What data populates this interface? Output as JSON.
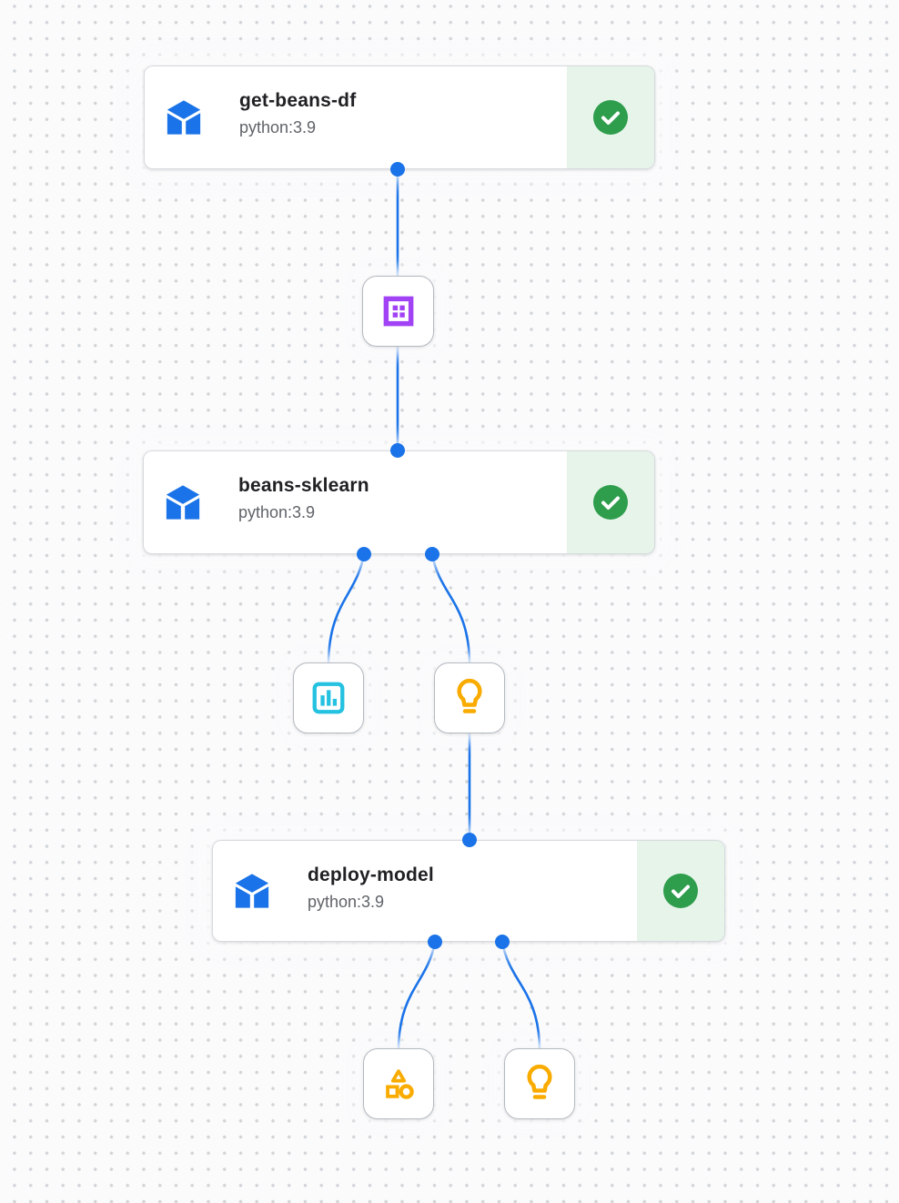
{
  "canvas": {
    "background_color": "#fbfbfc",
    "dot_color": "#d2d5d8"
  },
  "colors": {
    "component_blue": "#1a73e8",
    "edge_blue": "#1a73e8",
    "dataset_purple": "#a142f4",
    "metrics_cyan": "#24c1e0",
    "model_yellow": "#f9ab00",
    "success_green": "#2e9d4c",
    "success_badge_bg": "#e6f4ea"
  },
  "nodes": [
    {
      "title": "get-beans-df",
      "subtitle": "python:3.9",
      "status": "succeeded",
      "icon": "component-cube-icon",
      "status_icon": "success-check-icon"
    },
    {
      "title": "beans-sklearn",
      "subtitle": "python:3.9",
      "status": "succeeded",
      "icon": "component-cube-icon",
      "status_icon": "success-check-icon"
    },
    {
      "title": "deploy-model",
      "subtitle": "python:3.9",
      "status": "succeeded",
      "icon": "component-cube-icon",
      "status_icon": "success-check-icon"
    }
  ],
  "artifacts": [
    {
      "type": "dataset",
      "icon": "dataset-icon"
    },
    {
      "type": "metrics",
      "icon": "metrics-icon"
    },
    {
      "type": "model",
      "icon": "model-lightbulb-icon"
    },
    {
      "type": "artifact",
      "icon": "artifact-shapes-icon"
    },
    {
      "type": "model",
      "icon": "model-lightbulb-icon"
    }
  ]
}
